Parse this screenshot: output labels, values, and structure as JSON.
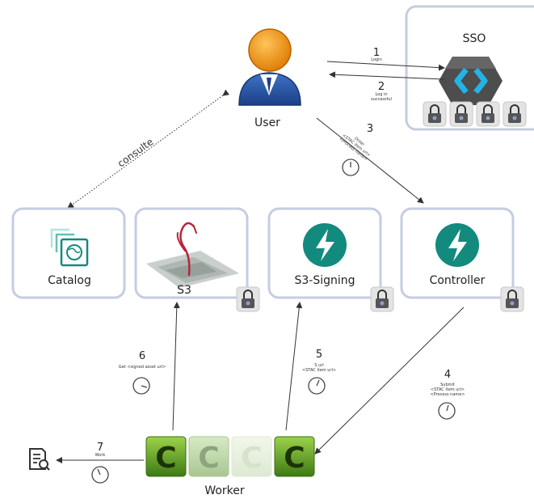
{
  "sso": {
    "title": "SSO"
  },
  "user": {
    "label": "User"
  },
  "worker": {
    "label": "Worker"
  },
  "components": {
    "catalog": "Catalog",
    "s3": "S3",
    "s3_signing": "S3-Signing",
    "controller": "Controller"
  },
  "flows": {
    "consulte": "consulte",
    "step1": {
      "num": "1",
      "text": "Login"
    },
    "step2": {
      "num": "2",
      "text1": "Log in",
      "text2": "successful"
    },
    "step3": {
      "num": "3",
      "text1": "Order",
      "text2": "<STAC item url>",
      "text3": "<Process name>"
    },
    "step4": {
      "num": "4",
      "text1": "Submit",
      "text2": "<STAC item url>",
      "text3": "<Process name>"
    },
    "step5": {
      "num": "5",
      "text1": "S url",
      "text2": "<STAC item url>"
    },
    "step6": {
      "num": "6",
      "text": "Get <signed asset url>"
    },
    "step7": {
      "num": "7",
      "text": "Work"
    }
  },
  "colors": {
    "box_border": "#c5cde0",
    "arrow": "#333333",
    "teal": "#138a7e",
    "worker_green": "#4e8a1e",
    "keycloak_blue": "#25b3e6",
    "flamingo": "#b5263a"
  },
  "icons": {
    "user": "user-avatar-icon",
    "keycloak": "keycloak-icon",
    "lock": "lock-icon",
    "clock": "clock-icon",
    "catalog": "stac-catalog-icon",
    "flamingo": "flamingo-icon",
    "fastapi": "lightning-icon",
    "worker": "worker-c-icon",
    "report": "report-search-icon"
  }
}
